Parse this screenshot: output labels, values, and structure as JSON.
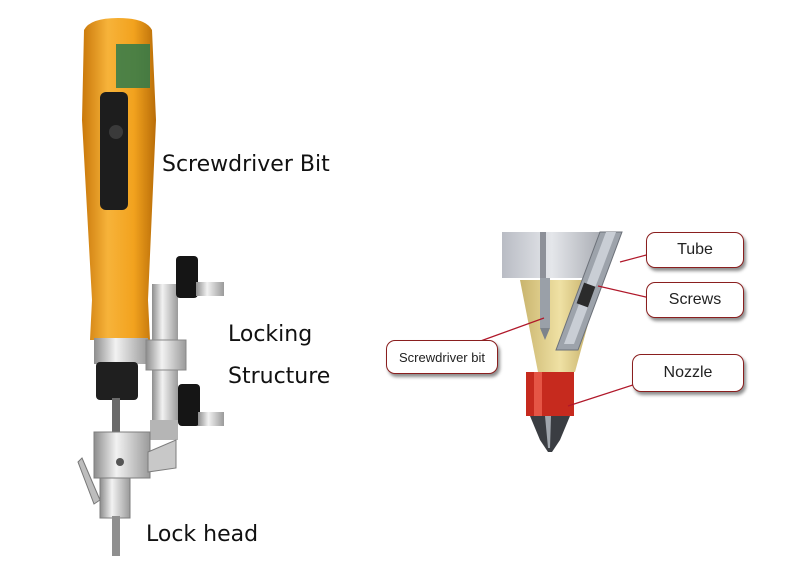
{
  "left_labels": {
    "screwdriver_bit": "Screwdriver Bit",
    "locking_line1": "Locking",
    "locking_line2": "Structure",
    "lock_head": "Lock head"
  },
  "right_callouts": {
    "tube": "Tube",
    "screws": "Screws",
    "screwdriver_bit": "Screwdriver bit",
    "nozzle": "Nozzle"
  },
  "colors": {
    "driver_body": "#f2a21e",
    "callout_line": "#b0182a",
    "nozzle_ring": "#c62a1e"
  }
}
